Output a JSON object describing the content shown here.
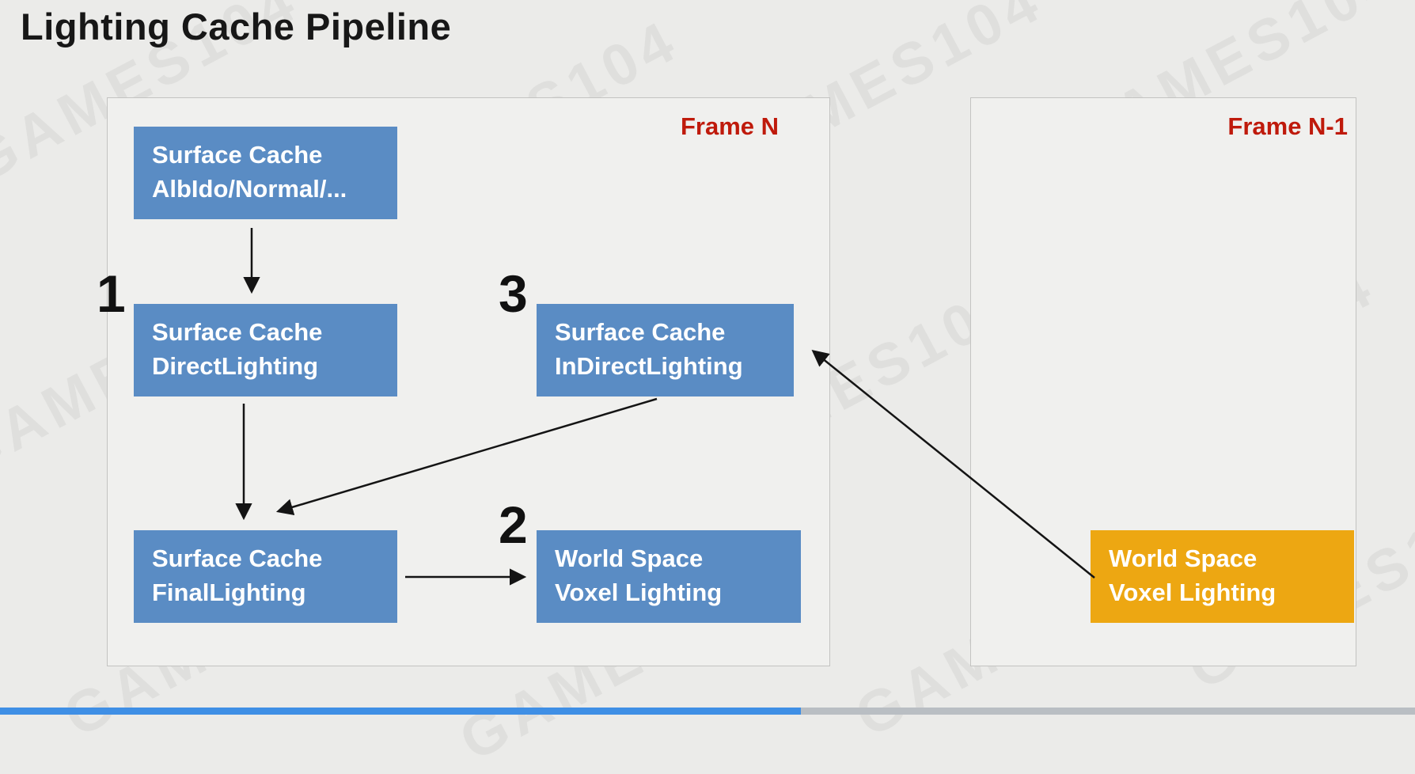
{
  "title": "Lighting Cache Pipeline",
  "watermark": "GAMES104",
  "frames": {
    "frame_n": {
      "label": "Frame N"
    },
    "frame_n1": {
      "label": "Frame N-1"
    }
  },
  "nodes": {
    "albedo": {
      "line1": "Surface Cache",
      "line2": "AlbIdo/Normal/..."
    },
    "direct": {
      "line1": "Surface Cache",
      "line2": "DirectLighting"
    },
    "final": {
      "line1": "Surface Cache",
      "line2": "FinalLighting"
    },
    "indirect": {
      "line1": "Surface Cache",
      "line2": "InDirectLighting"
    },
    "voxel_n": {
      "line1": "World Space",
      "line2": "Voxel Lighting"
    },
    "voxel_n1": {
      "line1": "World Space",
      "line2": "Voxel Lighting"
    }
  },
  "steps": {
    "one": "1",
    "two": "2",
    "three": "3"
  },
  "colors": {
    "node_blue": "#5a8cc4",
    "node_orange": "#eda712",
    "frame_label_red": "#bf1a0b",
    "arrow": "#141414",
    "progress_blue": "#3f8fe5"
  }
}
